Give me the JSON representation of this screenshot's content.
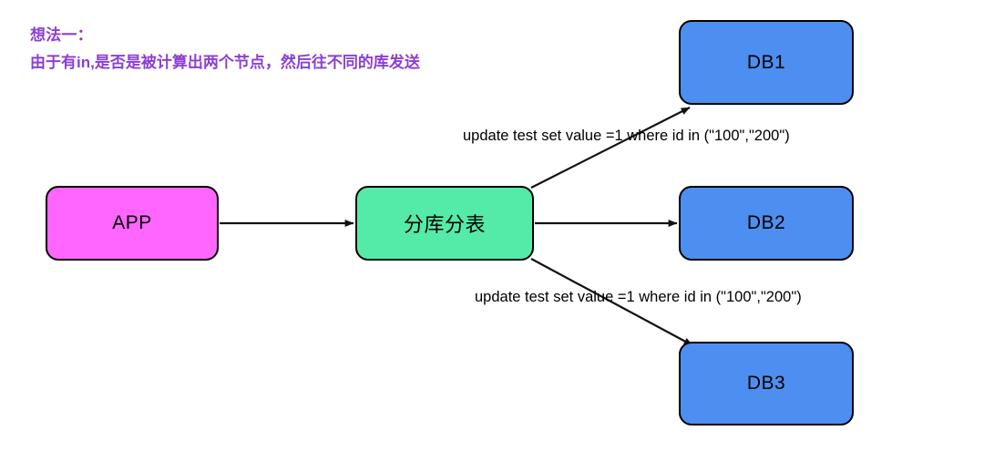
{
  "annotation": {
    "line1": "想法一：",
    "line2": "由于有in,是否是被计算出两个节点，然后往不同的库发送",
    "color": "#8b3fd4"
  },
  "nodes": {
    "app": {
      "label": "APP",
      "color": "#ff66ff"
    },
    "shard": {
      "label": "分库分表",
      "color": "#54eba8"
    },
    "db1": {
      "label": "DB1",
      "color": "#4d8ff0"
    },
    "db2": {
      "label": "DB2",
      "color": "#4d8ff0"
    },
    "db3": {
      "label": "DB3",
      "color": "#4d8ff0"
    }
  },
  "edges": {
    "app_to_shard": {
      "label": ""
    },
    "shard_to_db1": {
      "label": "update test set value =1 where id in (\"100\",\"200\")"
    },
    "shard_to_db2": {
      "label": ""
    },
    "shard_to_db3": {
      "label": "update test set value =1 where id in (\"100\",\"200\")"
    }
  },
  "style": {
    "line_color": "#000000",
    "background": "#ffffff"
  }
}
